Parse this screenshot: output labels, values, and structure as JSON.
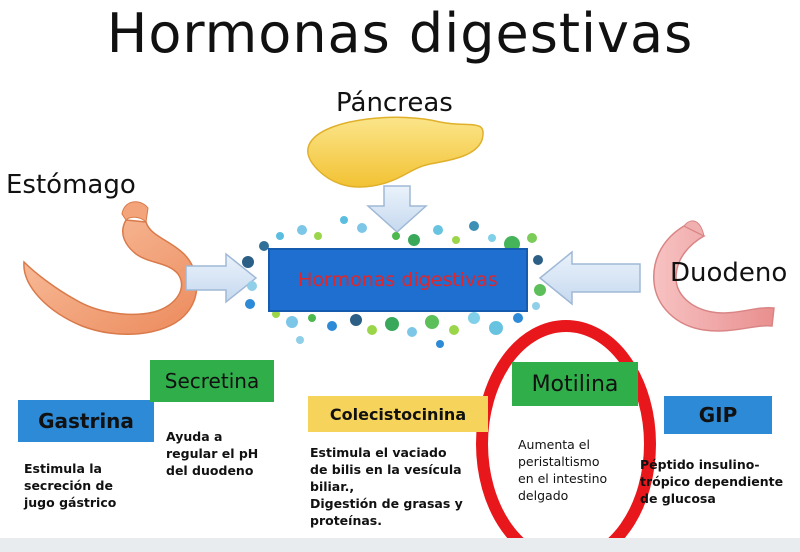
{
  "title": "Hormonas digestivas",
  "organs": {
    "pancreas": "Páncreas",
    "stomach": "Estómago",
    "duodenum": "Duodeno"
  },
  "center_box": "Hormonas digestivas",
  "hormones": [
    {
      "name": "Gastrina",
      "color": "#2c8ad6",
      "description": [
        "Estimula la",
        "secreción de",
        "jugo gástrico"
      ]
    },
    {
      "name": "Secretina",
      "color": "#2fae4a",
      "description": [
        "Ayuda a",
        "regular el pH",
        "del duodeno"
      ]
    },
    {
      "name": "Colecistocinina",
      "color": "#f6d35b",
      "description": [
        "Estimula el vaciado",
        "de bilis en la vesícula",
        "biliar.,",
        "Digestión de grasas y",
        "proteínas."
      ]
    },
    {
      "name": "Motilina",
      "color": "#2fae4a",
      "description": [
        "Aumenta el",
        "peristaltismo",
        "en el intestino",
        "delgado"
      ]
    },
    {
      "name": "GIP",
      "color": "#2c8ad6",
      "description": [
        "Péptido insulino-",
        "trópico dependiente",
        "de glucosa"
      ]
    }
  ],
  "highlight_color": "#e8171b"
}
